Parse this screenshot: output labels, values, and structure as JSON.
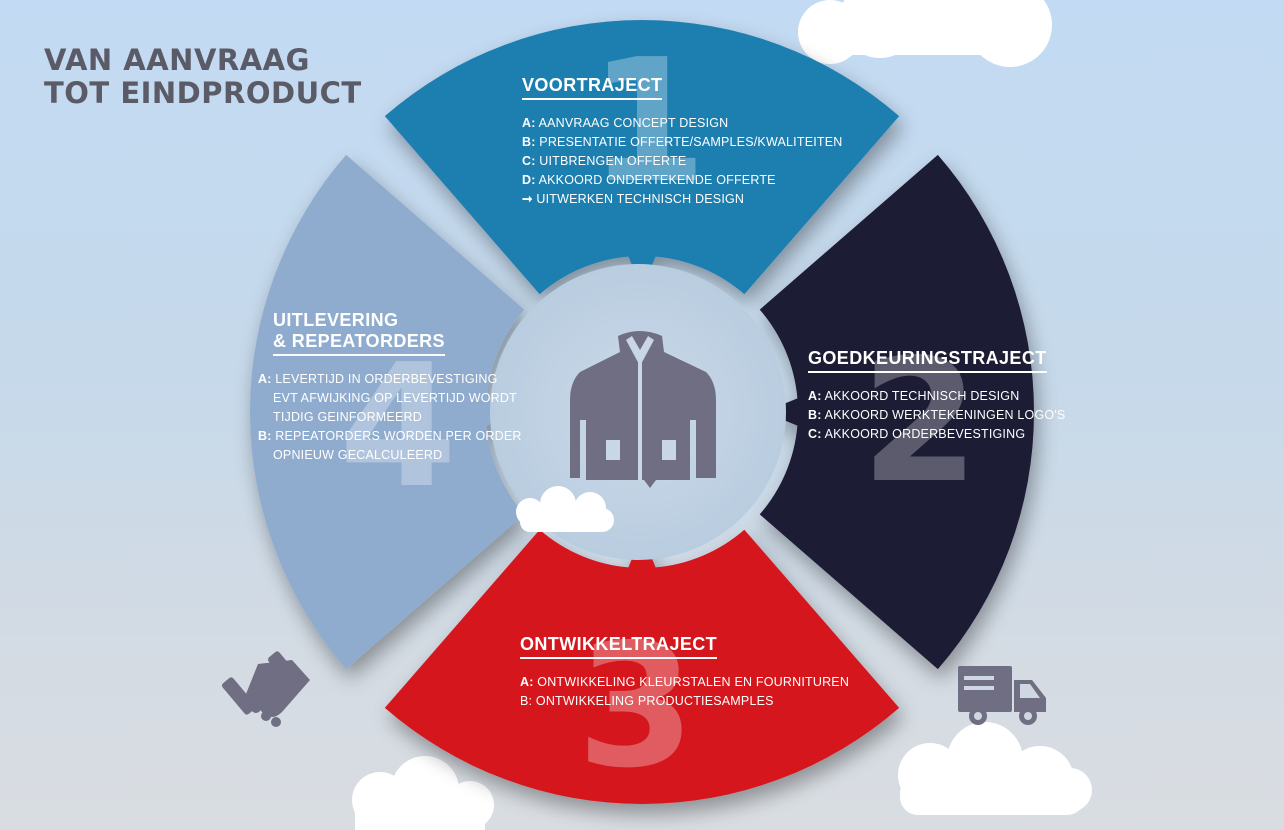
{
  "title": {
    "line1": "VAN AANVRAAG",
    "line2": "TOT EINDPRODUCT"
  },
  "colors": {
    "segment_1": "#1f7fb0",
    "segment_2": "#1d1a36",
    "segment_3": "#d5151c",
    "segment_4": "#8facce",
    "title": "#5a5b66",
    "icons": "#6f6e82"
  },
  "icons": [
    "jacket-icon",
    "handshake-icon",
    "delivery-truck-icon",
    "cloud-icon"
  ],
  "segments": [
    {
      "number": "1",
      "heading": "VOORTRAJECT",
      "items": [
        {
          "letter": "A:",
          "text": "AANVRAAG CONCEPT DESIGN"
        },
        {
          "letter": "B:",
          "text": "PRESENTATIE OFFERTE/SAMPLES/KWALITEITEN"
        },
        {
          "letter": "C:",
          "text": "UITBRENGEN OFFERTE"
        },
        {
          "letter": "D:",
          "text": "AKKOORD ONDERTEKENDE OFFERTE"
        },
        {
          "letter": "➞",
          "text": "UITWERKEN TECHNISCH DESIGN"
        }
      ]
    },
    {
      "number": "2",
      "heading": "GOEDKEURINGSTRAJECT",
      "items": [
        {
          "letter": "A:",
          "text": "AKKOORD TECHNISCH DESIGN"
        },
        {
          "letter": "B:",
          "text": "AKKOORD WERKTEKENINGEN LOGO'S"
        },
        {
          "letter": "C:",
          "text": "AKKOORD ORDERBEVESTIGING"
        }
      ]
    },
    {
      "number": "3",
      "heading": "ONTWIKKELTRAJECT",
      "items": [
        {
          "letter": "A:",
          "text": "ONTWIKKELING KLEURSTALEN EN FOURNITUREN"
        },
        {
          "letter": "B:",
          "text": "ONTWIKKELING PRODUCTIESAMPLES"
        }
      ]
    },
    {
      "number": "4",
      "heading_line1": "UITLEVERING",
      "heading_line2": "& REPEATORDERS",
      "items": [
        {
          "letter": "A:",
          "text": "LEVERTIJD IN ORDERBEVESTIGING"
        },
        {
          "letter": "",
          "text": "EVT AFWIJKING OP LEVERTIJD WORDT"
        },
        {
          "letter": "",
          "text": "TIJDIG GEINFORMEERD"
        },
        {
          "letter": "B:",
          "text": "REPEATORDERS WORDEN PER  ORDER"
        },
        {
          "letter": "",
          "text": "OPNIEUW GECALCULEERD"
        }
      ]
    }
  ]
}
